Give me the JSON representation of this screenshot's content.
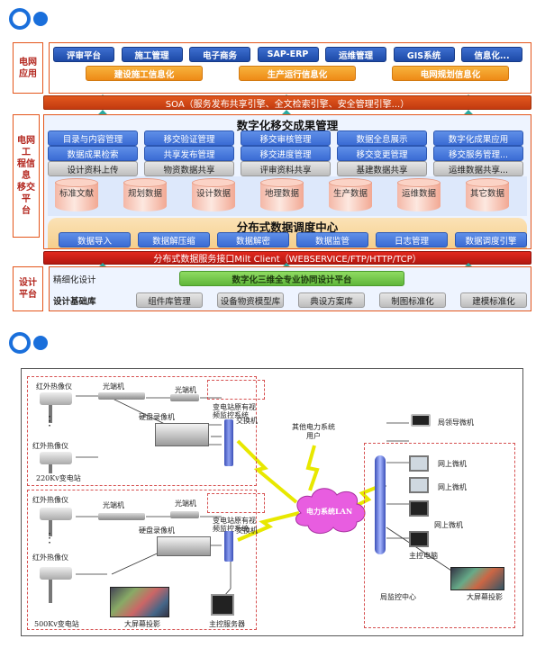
{
  "arch": {
    "app_label": "电网\n应用",
    "app_top": [
      "评审平台",
      "施工管理",
      "电子商务",
      "SAP-ERP",
      "运维管理",
      "GIS系统",
      "信息化..."
    ],
    "app_bottom": [
      "建设施工信息化",
      "生产运行信息化",
      "电网规划信息化"
    ],
    "soa": "SOA（服务发布共享引擎、全文检索引擎、安全管理引擎...）",
    "platform_label": "电网工\n程信息\n移交平\n台",
    "platform_title": "数字化移交成果管理",
    "grid_row1": [
      "目录与内容管理",
      "移交验证管理",
      "移交审核管理",
      "数据全息展示",
      "数字化成果应用"
    ],
    "grid_row2": [
      "数据成果检索",
      "共享发布管理",
      "移交进度管理",
      "移交变更管理",
      "移交服务管理..."
    ],
    "grid_row3": [
      "设计资料上传",
      "物资数据共享",
      "评审资料共享",
      "基建数据共享",
      "运维数据共享..."
    ],
    "db": [
      "标准文献",
      "规划数据",
      "设计数据",
      "地理数据",
      "生产数据",
      "运维数据",
      "其它数据"
    ],
    "dist_title": "分布式数据调度中心",
    "dist_items": [
      "数据导入",
      "数据解压缩",
      "数据解密",
      "数据监管",
      "日志管理",
      "数据调度引擎"
    ],
    "api": "分布式数据服务接口Milt Client（WEBSERVICE/FTP/HTTP/TCP）",
    "design_label": "设计\n平台",
    "fine_label": "精细化设计",
    "fine_platform": "数字化三维全专业协同设计平台",
    "base_label": "设计基础库",
    "base_items": [
      "组件库管理",
      "设备物资模型库",
      "典设方案库",
      "制图标准化",
      "建模标准化"
    ]
  },
  "net": {
    "camera": "红外热像仪",
    "optic": "光端机",
    "nvr": "硬盘录像机",
    "switch": "交换机",
    "legacy": "变电站原有视\n频监控系统",
    "station1": "220Kv变电站",
    "station2": "500Kv变电站",
    "screen": "大屏幕投影",
    "server": "主控服务器",
    "other_user": "其他电力系统\n用户",
    "lan": "电力系统LAN",
    "leader_pc": "局领导微机",
    "net_pc": "网上微机",
    "master_pc": "主控电脑",
    "center": "局监控中心"
  },
  "colors": {
    "accent": "#1a6fdb",
    "border": "#e4551a",
    "blue": "#1d49a6",
    "gold": "#ee8a16",
    "soa": "#c23a10",
    "api": "#b31810"
  }
}
